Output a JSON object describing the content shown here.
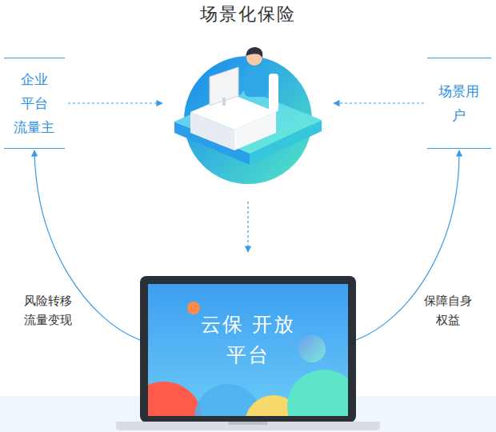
{
  "diagram": {
    "nodes": [
      {
        "text": [
          "企业 平台 流量主"
        ]
      },
      {
        "text": [
          "场景化保险"
        ]
      },
      {
        "text": [
          "场景用户"
        ]
      },
      {
        "text": [
          "云保 开放平台"
        ]
      }
    ],
    "edges": [
      {
        "from": 0,
        "to": 1,
        "arrow": "to"
      },
      {
        "from": 2,
        "to": 1,
        "arrow": "to"
      },
      {
        "from": 1,
        "to": 3,
        "arrow": "to"
      },
      {
        "from": 3,
        "to": 0,
        "label": "风险转移 流量变现",
        "arrow": "to"
      },
      {
        "from": 3,
        "to": 2,
        "label": "保障自身 权益",
        "arrow": "to"
      }
    ]
  }
}
